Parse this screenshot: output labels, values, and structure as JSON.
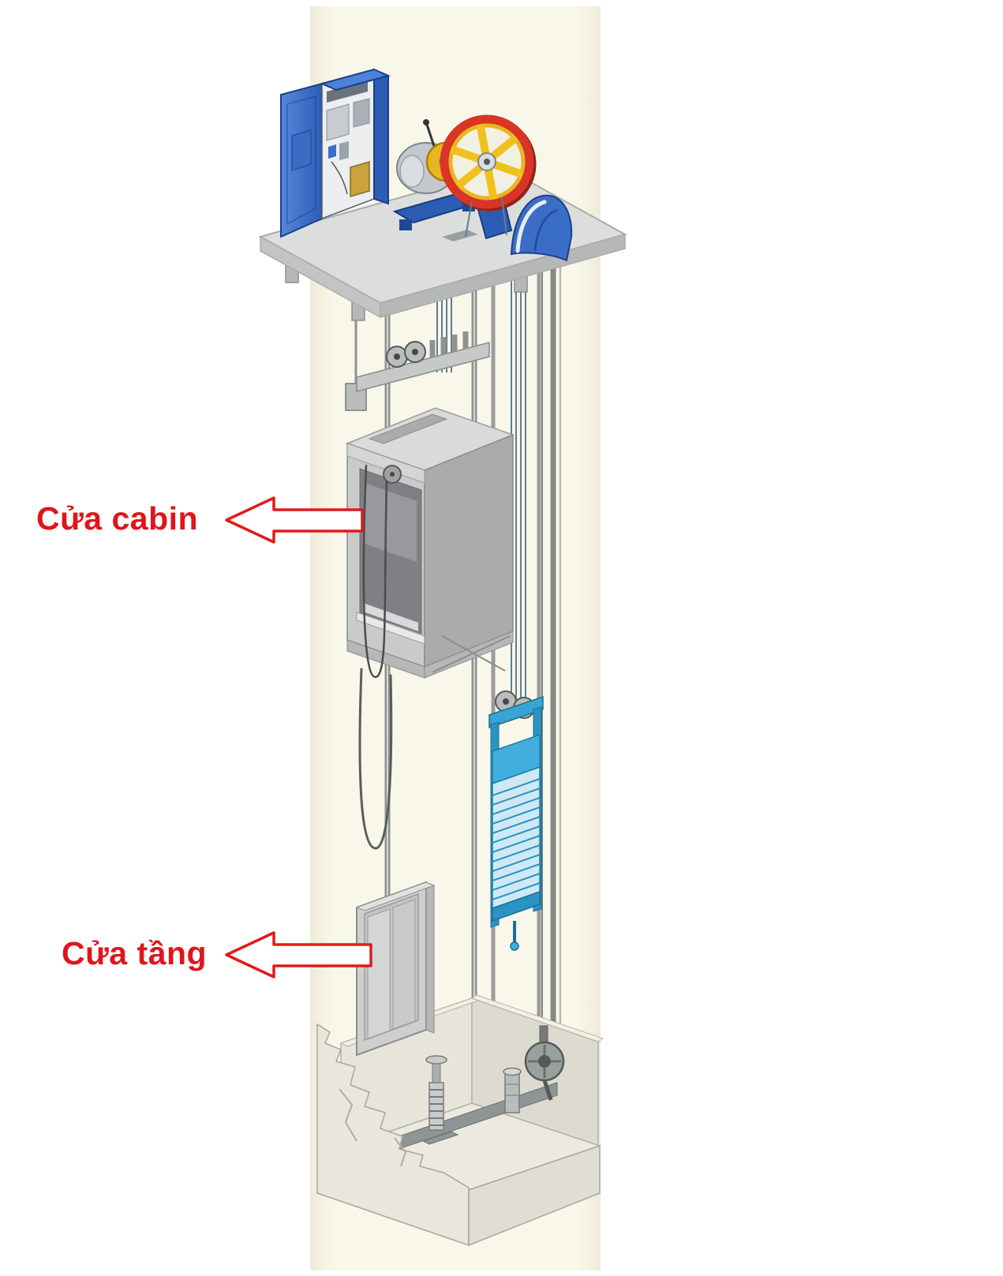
{
  "diagram": {
    "labels": {
      "cabin_door": "Cửa cabin",
      "landing_door": "Cửa tầng"
    },
    "colors": {
      "label_red": "#e0151b",
      "arrow_red": "#e01a1a",
      "cabinet_blue": "#2d5cb4",
      "sheave_rim_red": "#d93425",
      "sheave_spokes_yellow": "#f0c11d",
      "counterweight_blue": "#2b93c4",
      "shaft_background": "#f8f6e6"
    },
    "components": [
      "control-cabinet",
      "traction-machine",
      "drive-sheave",
      "machine-room-platform",
      "hoist-ropes",
      "guide-rails",
      "car-crosshead",
      "elevator-cabin",
      "cabin-door-opening",
      "travel-cable",
      "counterweight",
      "landing-door",
      "pit",
      "car-buffer",
      "counterweight-buffer",
      "governor-tension-pulley"
    ]
  }
}
